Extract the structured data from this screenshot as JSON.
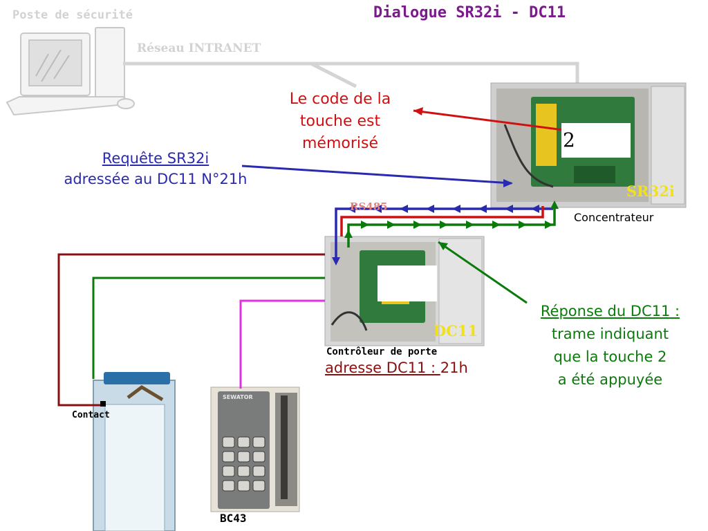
{
  "title": "Dialogue SR32i - DC11",
  "poste_label": "Poste de sécurité",
  "reseau_label": "Réseau INTRANET",
  "code_memorise": [
    "Le code de la",
    "touche est",
    "mémorisé"
  ],
  "requete_line1": "Requête SR32i",
  "requete_line2": "adressée au DC11 N°21h",
  "key_value": "2",
  "sr32i_label": "SR32i",
  "concentrateur_label": "Concentrateur",
  "rs485_label": "RS485",
  "dc11_label": "DC11",
  "controleur_label": "Contrôleur de porte",
  "adresse_label": "adresse DC11 : ",
  "adresse_value": "21h",
  "reponse_title": "Réponse du DC11 :",
  "reponse_lines": [
    "trame indiquant",
    "que la touche 2",
    "a été appuyée"
  ],
  "contact_label": "Contact",
  "bc43_label": "BC43",
  "brand_label": "SEWATOR",
  "colors": {
    "title": "#7a1a8c",
    "red": "#d01010",
    "blue": "#2a2ab0",
    "green": "#0a7a0a",
    "dark_red": "#8a1010",
    "magenta": "#e030e0"
  }
}
